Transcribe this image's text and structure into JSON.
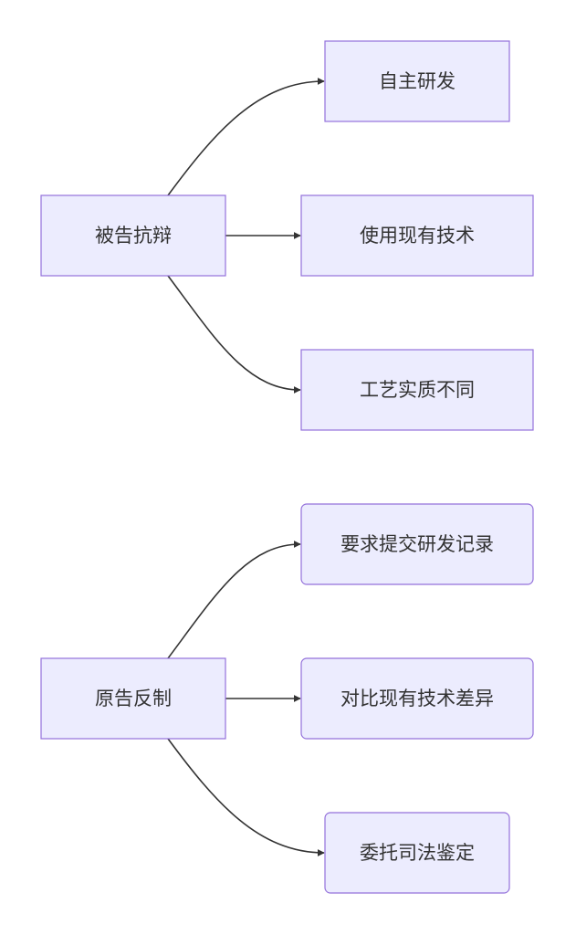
{
  "diagram": {
    "nodes": {
      "defendant": "被告抗辩",
      "self_rd": "自主研发",
      "prior_art": "使用现有技术",
      "process_diff": "工艺实质不同",
      "plaintiff": "原告反制",
      "rd_records": "要求提交研发记录",
      "compare_prior": "对比现有技术差异",
      "judicial_appraisal": "委托司法鉴定"
    }
  }
}
